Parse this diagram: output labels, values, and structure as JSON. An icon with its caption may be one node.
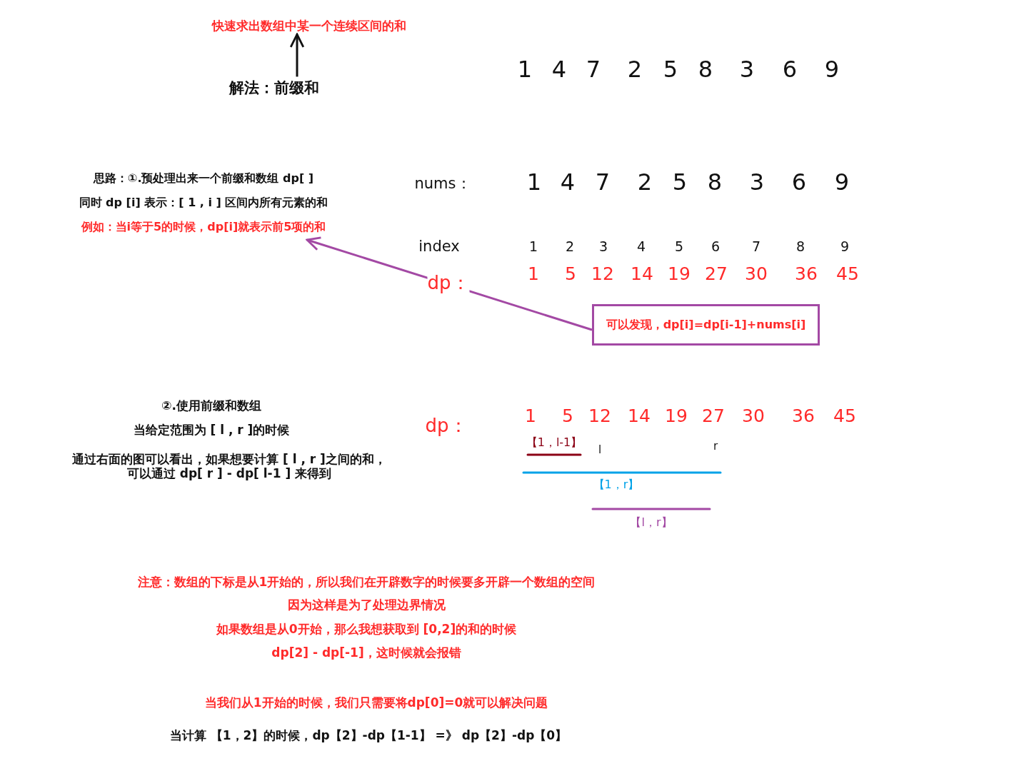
{
  "diagram": {
    "nodes": [
      {
        "text": [
          "快速求出数组中某一个连续区间的和"
        ]
      },
      {
        "text": [
          "解法：前缀和"
        ]
      },
      {
        "text": [
          "思路：①.预处理出来一个前缀和数组 dp[ ]",
          "同时 dp [i] 表示：[ 1 , i ] 区间内所有元素的和",
          "例如：当i等于5的时候，dp[i]就表示前5项的和"
        ]
      },
      {
        "text": [
          "可以发现，dp[i]=dp[i-1]+nums[i]"
        ]
      }
    ],
    "edges": [
      {
        "from": 1,
        "to": 0,
        "arrow": "to"
      },
      {
        "from": 3,
        "to": 2,
        "arrow": "to",
        "color": "#a349a4"
      }
    ],
    "labels": [
      "1",
      "4",
      "7",
      "2",
      "5",
      "8",
      "3",
      "6",
      "9",
      "nums：",
      "1",
      "4",
      "7",
      "2",
      "5",
      "8",
      "3",
      "6",
      "9",
      "index",
      "1",
      "2",
      "3",
      "4",
      "5",
      "6",
      "7",
      "8",
      "9",
      "dp：",
      "1",
      "5",
      "12",
      "14",
      "19",
      "27",
      "30",
      "36",
      "45",
      "②.使用前缀和数组",
      "当给定范围为 [ l , r ]的时候",
      "通过右面的图可以看出，如果想要计算 [ l , r ]之间的和，可以通过 dp[ r ] - dp[ l-1 ] 来得到",
      "dp：",
      "1",
      "5",
      "12",
      "14",
      "19",
      "27",
      "30",
      "36",
      "45",
      "【1，l-1】",
      "l",
      "r",
      "【1，r】",
      "【l，r】",
      "注意：数组的下标是从1开始的，所以我们在开辟数字的时候要多开辟一个数组的空间",
      "因为这样是为了处理边界情况",
      "如果数组是从0开始，那么我想获取到 [0,2]的和的时候",
      "dp[2] - dp[-1]，这时候就会报错",
      "当我们从1开始的时候，我们只需要将dp[0]=0就可以解决问题",
      "当计算 【1，2】的时候，dp【2】-dp【1-1】 =》  dp【2】-dp【0】"
    ]
  }
}
